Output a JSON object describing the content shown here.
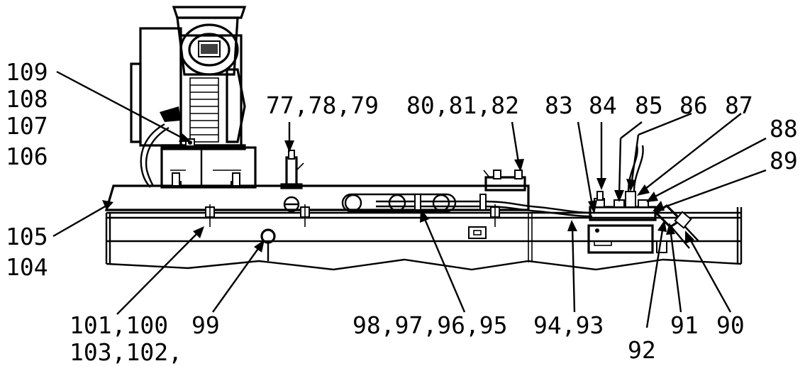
{
  "callouts": {
    "c109": "109",
    "c108": "108",
    "c107": "107",
    "c106": "106",
    "c105": "105",
    "c104": "104",
    "c77_78_79": "77,78,79",
    "c80_81_82": "80,81,82",
    "c83": "83",
    "c84": "84",
    "c85": "85",
    "c86": "86",
    "c87": "87",
    "c88": "88",
    "c89": "89",
    "c101_100": "101,100",
    "c103_102": "103,102,",
    "c99": "99",
    "c98_97_96_95": "98,97,96,95",
    "c94_93": "94,93",
    "c92": "92",
    "c91": "91",
    "c90": "90"
  }
}
